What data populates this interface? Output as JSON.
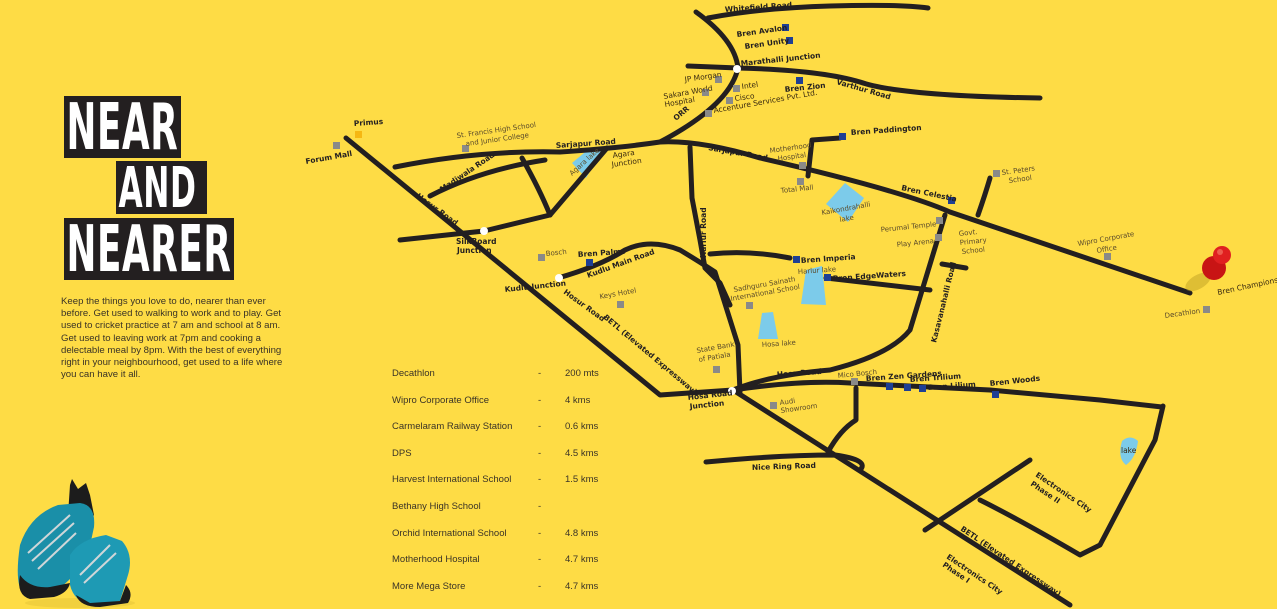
{
  "title": {
    "line1": "NEAR",
    "line2": "AND",
    "line3": "NEARER"
  },
  "intro_text": "Keep the things you love to do, nearer than ever before.  Get used to walking to work and to play. Get used to cricket practice at 7 am and school at  8 am.  Get used to leaving work at 7pm and cooking a delectable meal by 8pm. With the best of everything right in your neighbourhood, get used to a life where you can have it all.",
  "distances": [
    {
      "name": "Decathlon",
      "sep": "-",
      "value": "200 mts"
    },
    {
      "name": "Wipro Corporate Office",
      "sep": "-",
      "value": "4 kms"
    },
    {
      "name": "Carmelaram Railway Station",
      "sep": "-",
      "value": "0.6 kms"
    },
    {
      "name": "DPS",
      "sep": "-",
      "value": "4.5 kms"
    },
    {
      "name": "Harvest International School",
      "sep": "-",
      "value": "1.5 kms"
    },
    {
      "name": "Bethany High School",
      "sep": "-",
      "value": ""
    },
    {
      "name": "Orchid International School",
      "sep": "-",
      "value": "4.8 kms"
    },
    {
      "name": "Motherhood Hospital",
      "sep": "-",
      "value": "4.7 kms"
    },
    {
      "name": "More Mega Store",
      "sep": "-",
      "value": "4.7 kms"
    }
  ],
  "colors": {
    "background": "#FEDC45",
    "road": "#231F20",
    "project_marker": "#1F3F94",
    "landmark_marker": "#8A8A88",
    "lake": "#7CCBEA",
    "pin": "#D81E1E",
    "primus_marker": "#F6B712"
  },
  "map": {
    "roads": {
      "whitefield": "Whitefield Road",
      "varthur": "Varthur Road",
      "sarjapur_w": "Sarjapur Road",
      "sarjapur_e": "Sarjapur Road",
      "orr": "ORR",
      "hosur": "Hosur Road",
      "hosur2": "Hosur Road",
      "madiwala": "Madiwala Road",
      "kudlu_main": "Kudlu Main Road",
      "betl1": "BETL (Elevated Expressway)",
      "betl2": "BETL (Elevated Expressway)",
      "harlur": "Harlur Road",
      "hosa": "Hosa Road",
      "kasavanahalli": "Kasavanahalli Road",
      "nice_ring": "Nice Ring Road"
    },
    "junctions": {
      "marathalli": "Marathalli Junction",
      "silkboard_1": "SilkBoard",
      "silkboard_2": "Junction",
      "kudlu": "Kudlu Junction",
      "agara_1": "Agara",
      "agara_2": "Junction",
      "hosa_road_1": "Hosa Road",
      "hosa_road_2": "Junction"
    },
    "projects": {
      "avalon": "Bren Avalon",
      "unity": "Bren Unity",
      "zion": "Bren Zion",
      "paddington": "Bren Paddington",
      "celestia": "Bren Celestia",
      "imperia": "Bren Imperia",
      "edgewaters": "Bren EdgeWaters",
      "palms": "Bren Palms",
      "zen_gardens": "Bren Zen Gardens",
      "trilium": "Bren Trilium",
      "lilium": "Bren Lilium",
      "woods": "Bren Woods",
      "champions": "Bren Champions"
    },
    "landmarks": {
      "primus": "Primus",
      "forum_mall": "Forum Mall",
      "st_francis_1": "St. Francis High School",
      "st_francis_2": "and Junior College",
      "jp_morgan": "JP Morgan",
      "intel": "Intel",
      "sakara_1": "Sakara World",
      "sakara_2": "Hospital",
      "cisco": "Cisco",
      "accenture": "Accenture Services Pvt. Ltd.",
      "motherhood_1": "Motherhood",
      "motherhood_2": "Hospital",
      "total_mall": "Total Mall",
      "perumal": "Perumal Temple",
      "play_arena": "Play Arena",
      "govt_1": "Govt.",
      "govt_2": "Primary",
      "govt_3": "School",
      "st_peters_1": "St. Peters",
      "st_peters_2": "School",
      "wipro_1": "Wipro Corporate",
      "wipro_2": "Office",
      "decathlon": "Decathlon",
      "bosch": "Bosch",
      "keys_hotel": "Keys Hotel",
      "sadhguru_1": "Sadhguru Sainath",
      "sadhguru_2": "International School",
      "sbp_1": "State Bank",
      "sbp_2": "of Patiala",
      "audi_1": "Audi",
      "audi_2": "Showroom",
      "mico_bosch": "Mico Bosch",
      "ec1_1": "Electronics City",
      "ec1_2": "Phase I",
      "ec2_1": "Electronics City",
      "ec2_2": "Phase II"
    },
    "lakes": {
      "agara": "Agara lake",
      "kaikondrahalli_1": "Kaikondrahalli",
      "kaikondrahalli_2": "lake",
      "harlur": "Harlur lake",
      "hosa": "Hosa lake",
      "ec": "lake"
    }
  }
}
